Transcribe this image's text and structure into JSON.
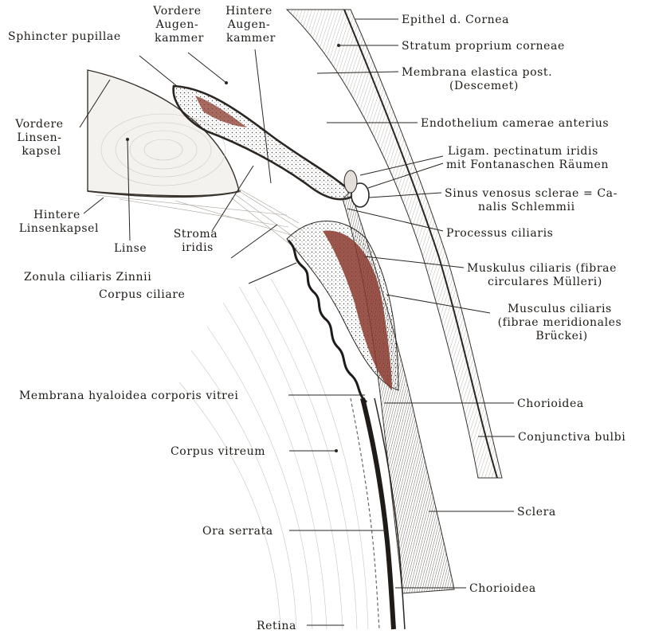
{
  "figure": {
    "background": "#ffffff",
    "ink": "#1e1b17",
    "muscle_color": "#8a3a2e",
    "pigment_color": "#2b2622",
    "tissue_color": "#d8d3cc"
  },
  "labels": {
    "epithel_cornea": "Epithel d. Cornea",
    "stratum_proprium": "Stratum proprium corneae",
    "membrana_elastica": [
      "Membrana elastica post.",
      "(Descemet)"
    ],
    "endothelium": "Endothelium camerae anterius",
    "ligam_pectinatum": [
      "Ligam. pectinatum iridis",
      "mit Fontanaschen Räumen"
    ],
    "sinus_venosus": [
      "Sinus venosus sclerae = Ca-",
      "nalis Schlemmii"
    ],
    "processus_ciliaris": "Processus ciliaris",
    "muskulus_ciliaris_circ": [
      "Muskulus ciliaris (fibrae",
      "circulares Mülleri)"
    ],
    "musculus_ciliaris_merid": [
      "Musculus ciliaris",
      "(fibrae meridionales",
      "Brückei)"
    ],
    "chorioidea_upper": "Chorioidea",
    "conjunctiva_bulbi": "Conjunctiva bulbi",
    "sclera": "Sclera",
    "chorioidea_lower": "Chorioidea",
    "retina": "Retina",
    "ora_serrata": "Ora serrata",
    "corpus_vitreum": "Corpus vitreum",
    "membrana_hyaloidea": "Membrana hyaloidea corporis vitrei",
    "corpus_ciliare": "Corpus ciliare",
    "zonula_ciliaris": "Zonula ciliaris Zinnii",
    "stroma_iridis": [
      "Stroma",
      "iridis"
    ],
    "linse": "Linse",
    "hintere_linsenkapsel": [
      "Hintere",
      "Linsenkapsel"
    ],
    "vordere_linsenkapsel": [
      "Vordere",
      "Linsen-",
      "kapsel"
    ],
    "sphincter_pupillae": "Sphincter pupillae",
    "vordere_augenkammer": [
      "Vordere",
      "Augen-",
      "kammer"
    ],
    "hintere_augenkammer": [
      "Hintere",
      "Augen-",
      "kammer"
    ]
  }
}
